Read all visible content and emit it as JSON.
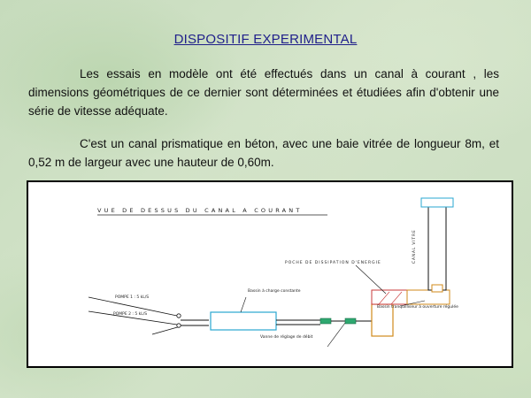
{
  "slide": {
    "title": "DISPOSITIF EXPERIMENTAL",
    "paragraphs": [
      "Les essais en modèle ont été effectués dans un canal à courant , les dimensions géométriques de ce dernier  sont déterminées et étudiées afin d'obtenir une série de vitesse adéquate.",
      "C'est un canal prismatique en béton, avec une baie vitrée de longueur 8m, et 0,52 m de largeur  avec une hauteur de 0,60m."
    ]
  },
  "diagram": {
    "heading": "VUE DE DESSUS DU CANAL A COURANT",
    "labels": {
      "pompe_1": "POMPE 1 : 5 kL/S",
      "pompe_2": "POMPE 2 : 5 kL/S",
      "bassin_amont": "Bassin à charge constante",
      "vanne": "Vanne de réglage de débit",
      "poche": "POCHE DE DISSIPATION D'ENERGIE",
      "bassin_aval": "Bassin tranquilliseur à ouverture régulée",
      "canal_vitre": "CANAL VITRE"
    },
    "colors": {
      "pipe": "#111111",
      "tank_outline": "#2aa7d0",
      "valve_fill": "#2ea870",
      "basin_outline": "#d08a1a",
      "poche_outline": "#c83a3a"
    }
  }
}
